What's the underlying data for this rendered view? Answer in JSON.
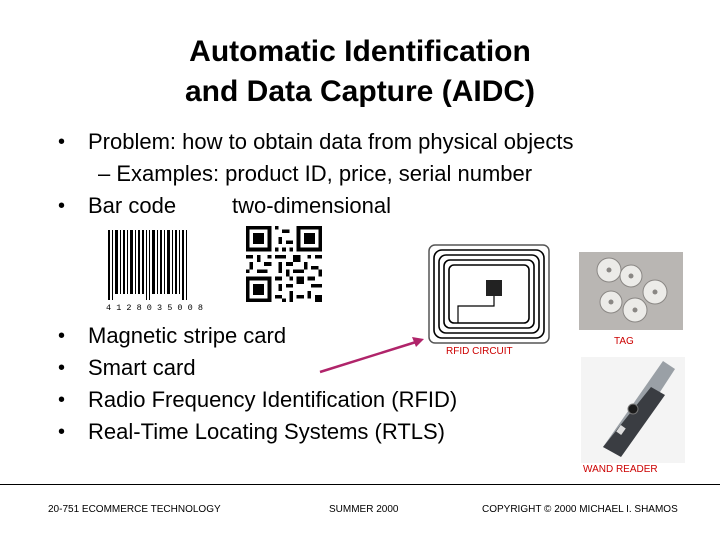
{
  "title": {
    "line1": "Automatic Identification",
    "line2": "and Data Capture (AIDC)"
  },
  "bullets": {
    "symbol": "•",
    "problem": "Problem: how to obtain data from physical objects",
    "examples": "– Examples: product ID, price, serial number",
    "barcode_label": "Bar code",
    "two_dim_label": "two-dimensional",
    "magnetic": "Magnetic stripe card",
    "smart": "Smart card",
    "rfid": "Radio Frequency Identification (RFID)",
    "rtls": "Real-Time Locating Systems (RTLS)"
  },
  "images": {
    "barcode_digits": "4 1 2 8 0 3 5 0 0 8",
    "rfid_label": "RFID CIRCUIT",
    "tag_label": "TAG",
    "wand_label": "WAND READER"
  },
  "footer": {
    "course": "20-751 ECOMMERCE TECHNOLOGY",
    "term": "SUMMER 2000",
    "copyright": "COPYRIGHT © 2000 MICHAEL I. SHAMOS"
  },
  "colors": {
    "label_red": "#cc0000",
    "arrow_purple": "#b0246a"
  }
}
